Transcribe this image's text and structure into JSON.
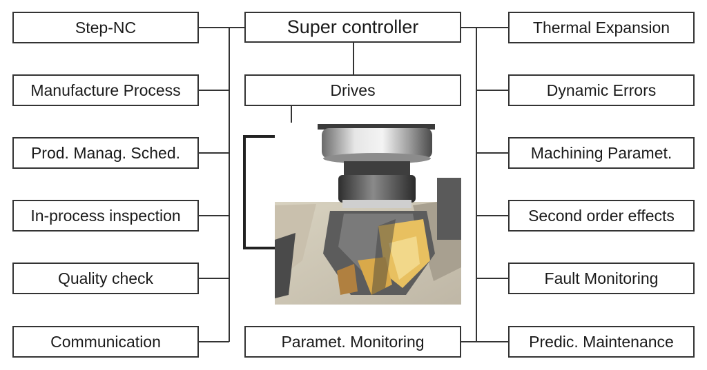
{
  "diagram": {
    "center": {
      "title": "Super controller",
      "drives": "Drives",
      "bottom": "Paramet. Monitoring"
    },
    "left": [
      "Step-NC",
      "Manufacture Process",
      "Prod. Manag. Sched.",
      "In-process inspection",
      "Quality check",
      "Communication"
    ],
    "right": [
      "Thermal Expansion",
      "Dynamic Errors",
      "Machining Paramet.",
      "Second order effects",
      "Fault Monitoring",
      "Predic. Maintenance"
    ],
    "colors": {
      "line": "#333333",
      "thick_line": "#222222",
      "metal": "#c8c8c8",
      "chip_highlight": "#e8c060"
    },
    "image": "milling-spindle-photo"
  }
}
